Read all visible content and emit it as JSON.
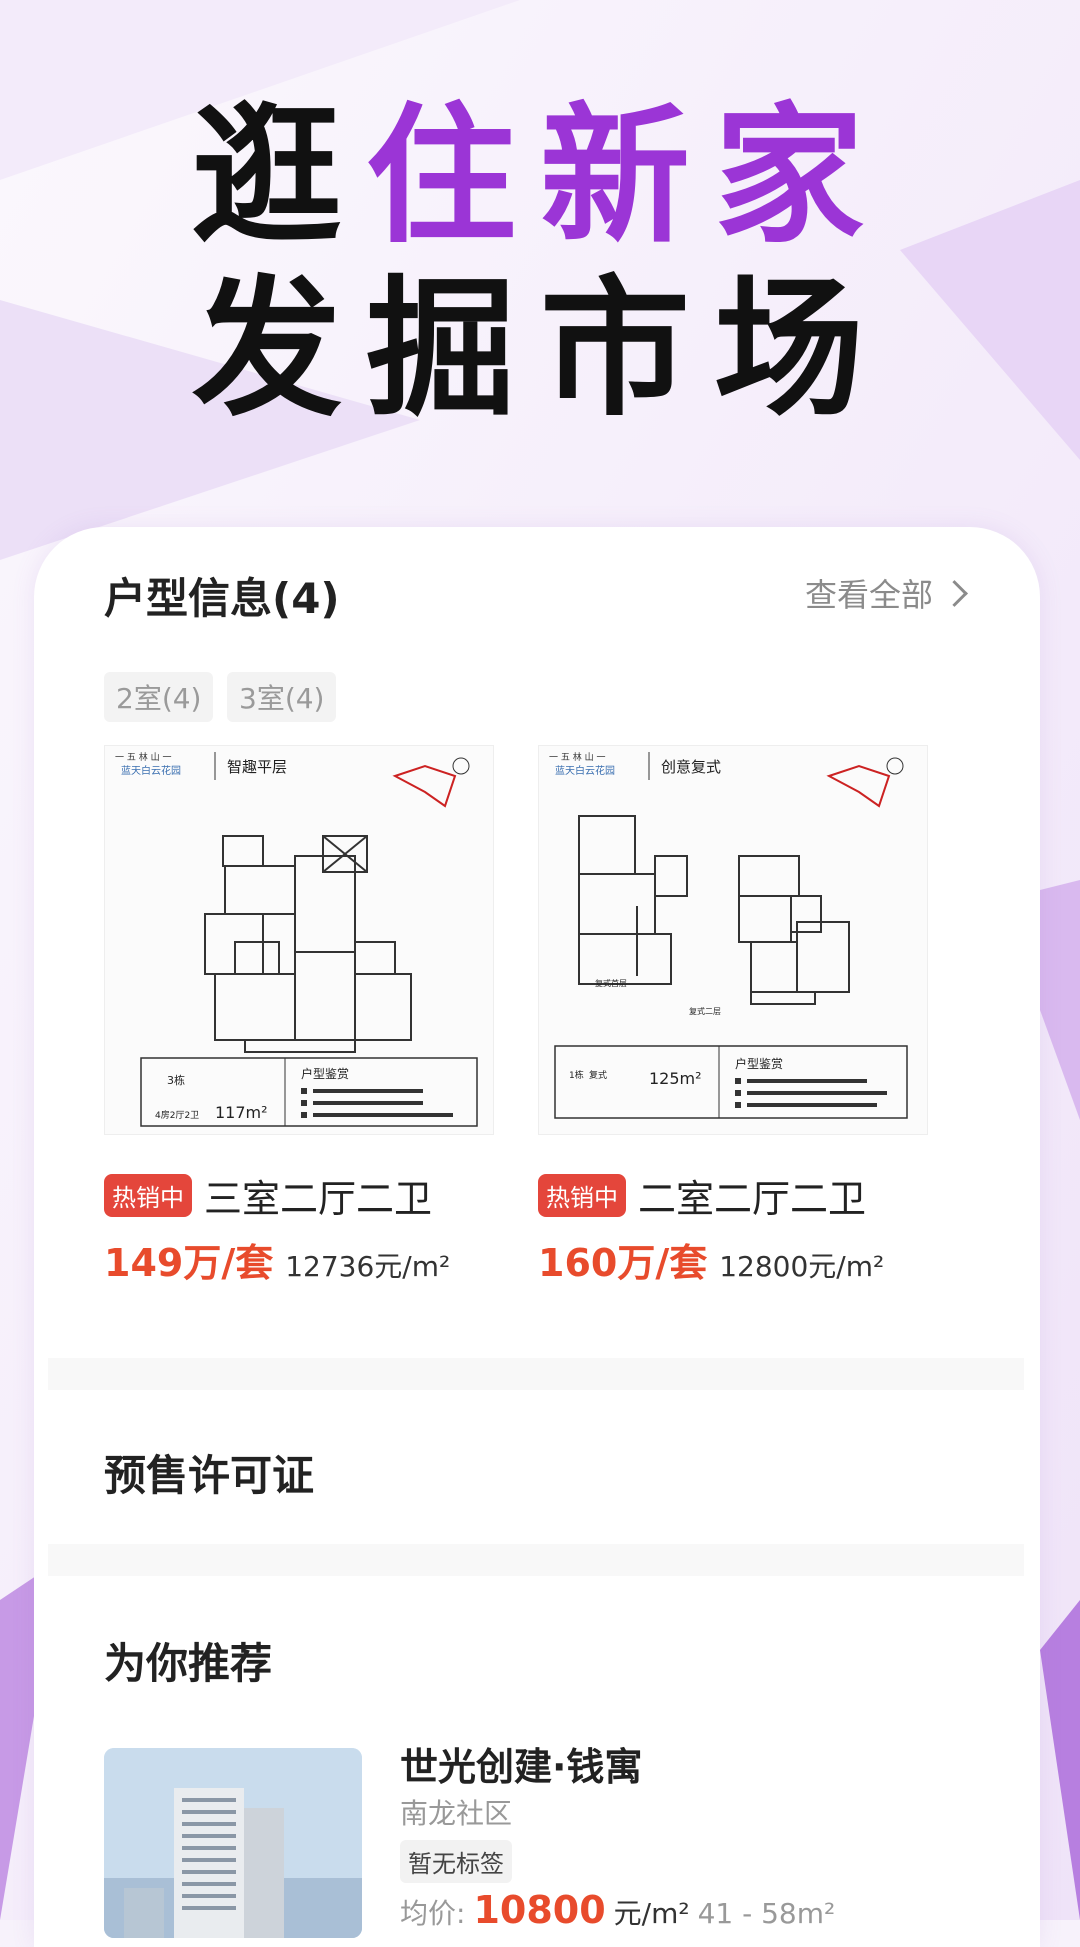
{
  "hero": {
    "line1": [
      {
        "text": "逛",
        "color": "black"
      },
      {
        "text": "住",
        "color": "purple"
      },
      {
        "text": "新",
        "color": "purple"
      },
      {
        "text": "家",
        "color": "purple"
      }
    ],
    "line2": "发掘市场"
  },
  "colors": {
    "accent_purple": "#9b35d6",
    "price_red": "#e84b2c",
    "badge_red": "#e4463b",
    "bg_lavender": "#f7f2fb"
  },
  "floorplans": {
    "title": "户型信息(4)",
    "see_all": "查看全部",
    "chips": [
      "2室(4)",
      "3室(4)"
    ],
    "items": [
      {
        "badge": "热销中",
        "name": "三室二厅二卫",
        "total_price": "149万/套",
        "unit_price": "12736元/m²",
        "plan": {
          "brand": "一 五 林 山 一",
          "project": "蓝天白云花园",
          "style": "智趣平层",
          "building": "3栋",
          "layout": "4房2厅2卫",
          "area": "117m²",
          "heading": "户型鉴赏"
        }
      },
      {
        "badge": "热销中",
        "name": "二室二厅二卫",
        "total_price": "160万/套",
        "unit_price": "12800元/m²",
        "plan": {
          "brand": "一 五 林 山 一",
          "project": "蓝天白云花园",
          "style": "创意复式",
          "building": "1栋",
          "layout": "复式",
          "area": "125m²",
          "heading": "户型鉴赏",
          "floor1": "复式首层",
          "floor2": "复式二层"
        }
      }
    ]
  },
  "presale": {
    "title": "预售许可证"
  },
  "recommend": {
    "title": "为你推荐",
    "items": [
      {
        "name": "世光创建·钱寓",
        "area": "南龙社区",
        "tag": "暂无标签",
        "price_label": "均价:",
        "price": "10800",
        "price_unit": "元/m²",
        "size_range": "41 - 58m²"
      }
    ]
  }
}
